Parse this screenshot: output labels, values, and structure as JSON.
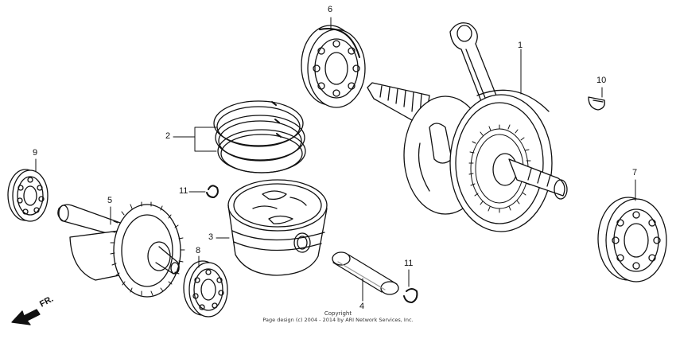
{
  "diagram": {
    "callouts": {
      "p1": "1",
      "p2": "2",
      "p3": "3",
      "p4": "4",
      "p5": "5",
      "p6": "6",
      "p7": "7",
      "p8": "8",
      "p9": "9",
      "p10": "10",
      "p11a": "11",
      "p11b": "11"
    },
    "direction_label": "FR.",
    "copyright_line1": "Copyright",
    "copyright_line2": "Page design (c) 2004 - 2014 by ARI Network Services, Inc."
  }
}
